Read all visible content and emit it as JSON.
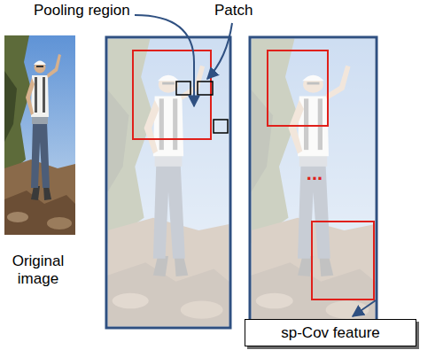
{
  "diagram": {
    "nodes": [
      {
        "text": [
          "sp-Cov feature"
        ]
      }
    ],
    "labels": [
      "Pooling region",
      "Patch",
      "Original image",
      "..."
    ]
  }
}
